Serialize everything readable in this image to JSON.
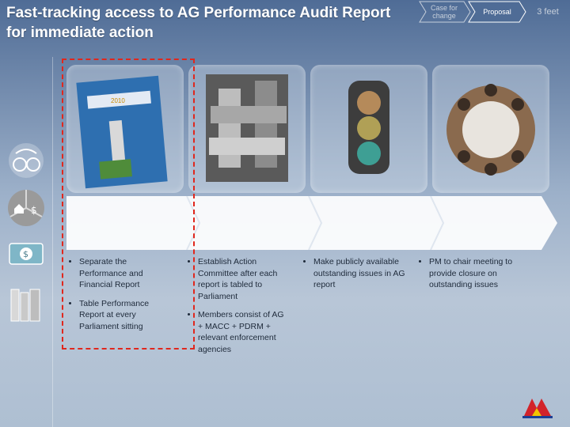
{
  "title": "Fast-tracking access to AG Performance Audit Report for immediate action",
  "nav": {
    "steps": [
      {
        "label": "Case for change"
      },
      {
        "label": "Proposal"
      },
      {
        "label": "3 feet"
      }
    ],
    "active_index": 1
  },
  "side_icons": [
    "cycle-arrows-icon",
    "pie-house-money-icon",
    "money-bill-icon",
    "book-binders-icon"
  ],
  "cover_year": "2010",
  "columns": [
    {
      "photo": "audit-report-cover",
      "bullets": [
        "Separate the Performance and Financial Report",
        "Table Performance Report at every Parliament sitting"
      ]
    },
    {
      "photo": "joined-hands",
      "bullets": [
        "Establish Action Committee after each report is tabled to Parliament",
        "Members consist of AG + MACC + PDRM + relevant enforcement agencies"
      ]
    },
    {
      "photo": "traffic-light",
      "bullets": [
        "Make publicly available outstanding issues in AG report"
      ]
    },
    {
      "photo": "meeting-table",
      "bullets": [
        "PM to chair meeting to provide closure on outstanding issues"
      ]
    }
  ],
  "colors": {
    "highlight_border": "#e0271d",
    "title_text": "#ffffff"
  }
}
